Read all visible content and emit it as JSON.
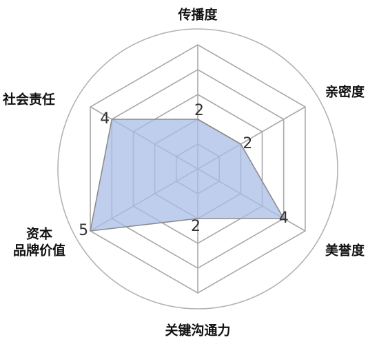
{
  "chart_data": {
    "type": "radar",
    "title": "",
    "max": 5,
    "levels": 5,
    "axes": [
      "传播度",
      "亲密度",
      "美誉度",
      "关键沟通力",
      "资本品牌价值",
      "社会责任"
    ],
    "axis_label_lines": [
      [
        "传播度"
      ],
      [
        "亲密度"
      ],
      [
        "美誉度"
      ],
      [
        "关键沟通力"
      ],
      [
        "资本",
        "品牌价值"
      ],
      [
        "社会责任"
      ]
    ],
    "series": [
      {
        "values": [
          2,
          2,
          4,
          2,
          5,
          4
        ]
      }
    ],
    "fill_color": "#a8bde6",
    "fill_opacity": 0.75,
    "outer_circle": true,
    "grid": true,
    "legend": "none"
  }
}
